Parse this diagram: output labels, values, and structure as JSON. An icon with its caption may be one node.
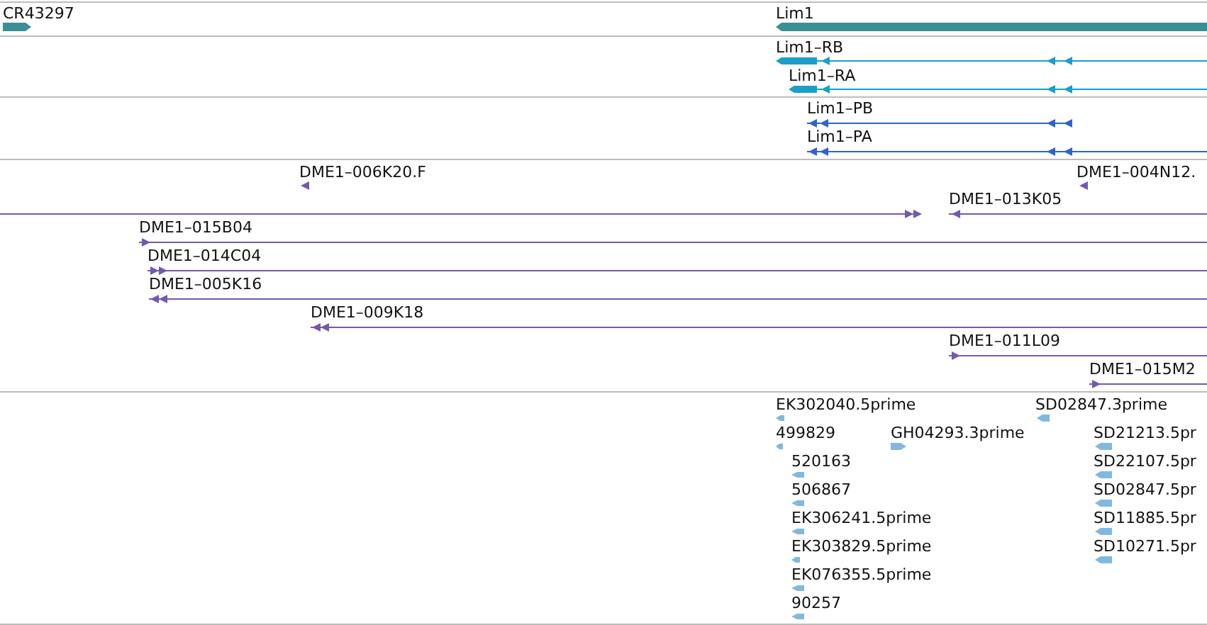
{
  "diagram": {
    "labels": [
      "CR43297",
      "Lim1",
      "Lim1–RB",
      "Lim1–RA",
      "Lim1–PB",
      "Lim1–PA",
      "DME1–006K20.F",
      "DME1–004N12.",
      "DME1–013K05",
      "DME1–015B04",
      "DME1–014C04",
      "DME1–005K16",
      "DME1–009K18",
      "DME1–011L09",
      "DME1–015M2",
      "EK302040.5prime",
      "SD02847.3prime",
      "499829",
      "GH04293.3prime",
      "SD21213.5pr",
      "520163",
      "SD22107.5pr",
      "506867",
      "SD02847.5pr",
      "EK306241.5prime",
      "SD11885.5pr",
      "EK303829.5prime",
      "SD10271.5pr",
      "EK076355.5prime",
      "90257"
    ]
  }
}
